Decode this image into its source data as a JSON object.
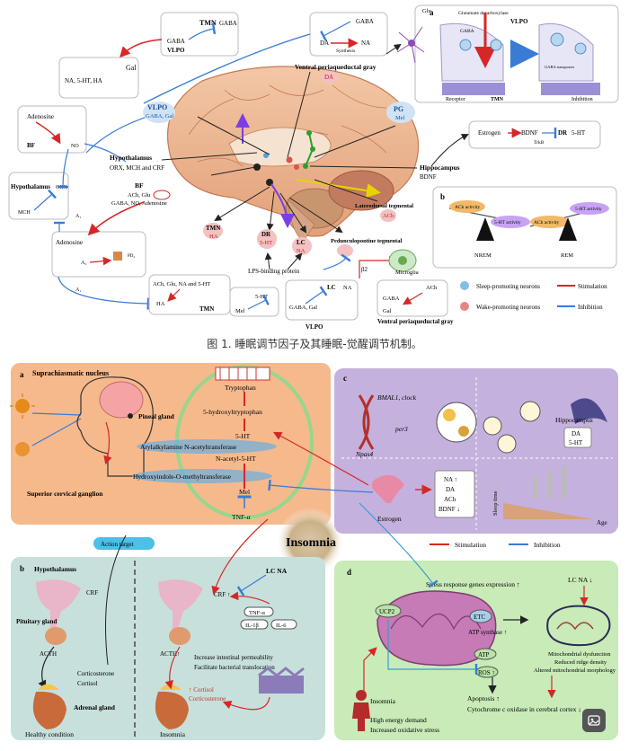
{
  "figure1": {
    "caption": "图 1. 睡眠调节因子及其睡眠-觉醒调节机制。",
    "tmn_top": {
      "tmn": "TMN",
      "gaba": "GABA",
      "gaba2": "GABA",
      "vlpo": "VLPO"
    },
    "da_box": {
      "gaba": "GABA",
      "da": "DA",
      "na": "NA",
      "synthesis": "Synthesis"
    },
    "gal_box": {
      "title": "Gal",
      "items": "NA, 5-HT, HA"
    },
    "adenosine_box": {
      "title": "Adenosine",
      "bf": "BF",
      "no": "NO"
    },
    "hypo_box": {
      "hyp": "Hypothalamus",
      "orx": "ORX",
      "mch": "MCH",
      "a1": "A₁"
    },
    "adenosine2": {
      "title": "Adenosine",
      "a2": "A₂",
      "pd": "PD₂",
      "a1": "A₁"
    },
    "brain_labels": {
      "vpg": "Ventral periaqueductal gray",
      "da": "DA",
      "vlpo": "VLPO",
      "vlpo_sub": "GABA, Gal",
      "pg": "PG",
      "mel": "Mel",
      "hypothalamus": "Hypothalamus",
      "hyp_sub": "ORX, MCH and CRF",
      "bf": "BF",
      "bf_sub1": "ACh, Glu",
      "bf_sub2": "GABA, NO, Adenosine",
      "hippocampus": "Hippocampus",
      "bdnf": "BDNF",
      "ldt": "Laterodorsal tegmental",
      "ach": "ACh",
      "tmn": "TMN",
      "ha": "HA",
      "dr": "DR",
      "ht5": "5-HT",
      "lc": "LC",
      "na": "NA",
      "ppt": "Pedunculopontine tegmental",
      "lps": "LPS-binding protein",
      "beta2": "β2",
      "microglia": "Microglia"
    },
    "estrogen_box": {
      "estrogen": "Estrogen",
      "bdnf": "BDNF",
      "dr": "DR",
      "ht": "5-HT",
      "trkb": "TrkB"
    },
    "panel_a": {
      "label": "a",
      "glu": "Glu",
      "enzyme": "Glutamate decarboxylase",
      "vlpo": "VLPO",
      "gaba": "GABA",
      "receptor": "Receptor",
      "tmn": "TMN",
      "gaba_transporter": "GABA transporter",
      "inhibition": "Inhibition"
    },
    "panel_b": {
      "label": "b",
      "ach1": "ACh activity",
      "ht1": "5-HT activity",
      "ach2": "ACh activity",
      "ht2": "5-HT activity",
      "nrem": "NREM",
      "rem": "REM"
    },
    "tmn_bottom": {
      "line1": "ACh, Glu, NA and 5-HT",
      "ha": "HA",
      "tmn": "TMN"
    },
    "mel_box": {
      "ht": "5-HT",
      "mel": "Mel"
    },
    "lc_box": {
      "lc": "LC",
      "na": "NA",
      "sub": "GABA, Gal",
      "vlpo": "VLPO"
    },
    "vpg_box": {
      "gaba": "GABA",
      "ach": "ACh",
      "gal": "Gal",
      "title": "Ventral periaqueductal gray"
    },
    "legend": {
      "sleep": "Sleep-promoting neurons",
      "wake": "Wake-promoting neurons",
      "stimulation": "Stimulation",
      "inhibition": "Inhibition"
    },
    "colors": {
      "stimulation": "#d62728",
      "inhibition": "#3a7bd5",
      "sleep_neuron": "#4aa3df",
      "wake_neuron": "#d9534f"
    }
  },
  "figure2": {
    "center": "Insomnia",
    "action_target": "Action target",
    "panel_a": {
      "label": "a",
      "scn": "Suprachiasmatic nucleus",
      "pineal": "Pineal gland",
      "scg": "Superior cervical ganglion",
      "tryptophan": "Tryptophan",
      "h5t": "5-hydroxyltryptophan",
      "ht5": "5-HT",
      "aanat": "Arylalkylamine N-acetyltransferase",
      "nas": "N-acetyl-5-HT",
      "hiomt": "Hydroxyindole-O-methyltransferase",
      "mel": "Mel",
      "tnf": "TNF-α"
    },
    "panel_b": {
      "label": "b",
      "hypothalamus": "Hypothalamus",
      "crf": "CRF",
      "pituitary": "Pituitary gland",
      "acth": "ACTH",
      "cortico": "Corticosterone",
      "cortisol": "Cortisol",
      "adrenal": "Adrenal gland",
      "healthy": "Healthy condition",
      "lc_na": "LC NA",
      "crf2": "CRF ↑",
      "tnf": "TNF-α",
      "il1": "IL-1β",
      "il6": "IL-6",
      "perm1": "Increase intestinal permeability",
      "perm2": "Facilitate bacterial translocation",
      "acth2": "ACTH↑",
      "cortisol2": "↑ Cortisol",
      "cortico2": "Corticosterone",
      "insomnia": "Insomnia"
    },
    "panel_c": {
      "label": "c",
      "bmal": "BMAL1, clock",
      "per3": "per3",
      "npas": "Npas4",
      "hippocampus": "Hippocampus",
      "da": "DA",
      "ht": "5-HT",
      "estrogen": "Estrogen",
      "na": "NA ↑",
      "da2": "DA",
      "ach": "ACh",
      "bdnf": "BDNF ↓",
      "sleep_time": "Sleep time",
      "age": "Age"
    },
    "panel_d": {
      "label": "d",
      "stress": "Stress response genes expression ↑",
      "ucp2": "UCP2",
      "etc": "ETC",
      "atp_syn": "ATP synthase ↑",
      "atp": "ATP",
      "ros": "ROS ↑",
      "lc_na": "LC NA ↓",
      "mito1": "Mitochondrial dysfunction",
      "mito2": "Reduced ridge density",
      "mito3": "Altered mitochondrial morphology",
      "apoptosis": "Apoptosis ↑",
      "cyto": "Cytochrome c oxidase in cerebral cortex ↓",
      "insomnia": "Insomnia",
      "energy": "High energy demand",
      "oxid": "Increased oxidative stress"
    },
    "legend": {
      "stimulation": "Stimulation",
      "inhibition": "Inhibition"
    }
  }
}
